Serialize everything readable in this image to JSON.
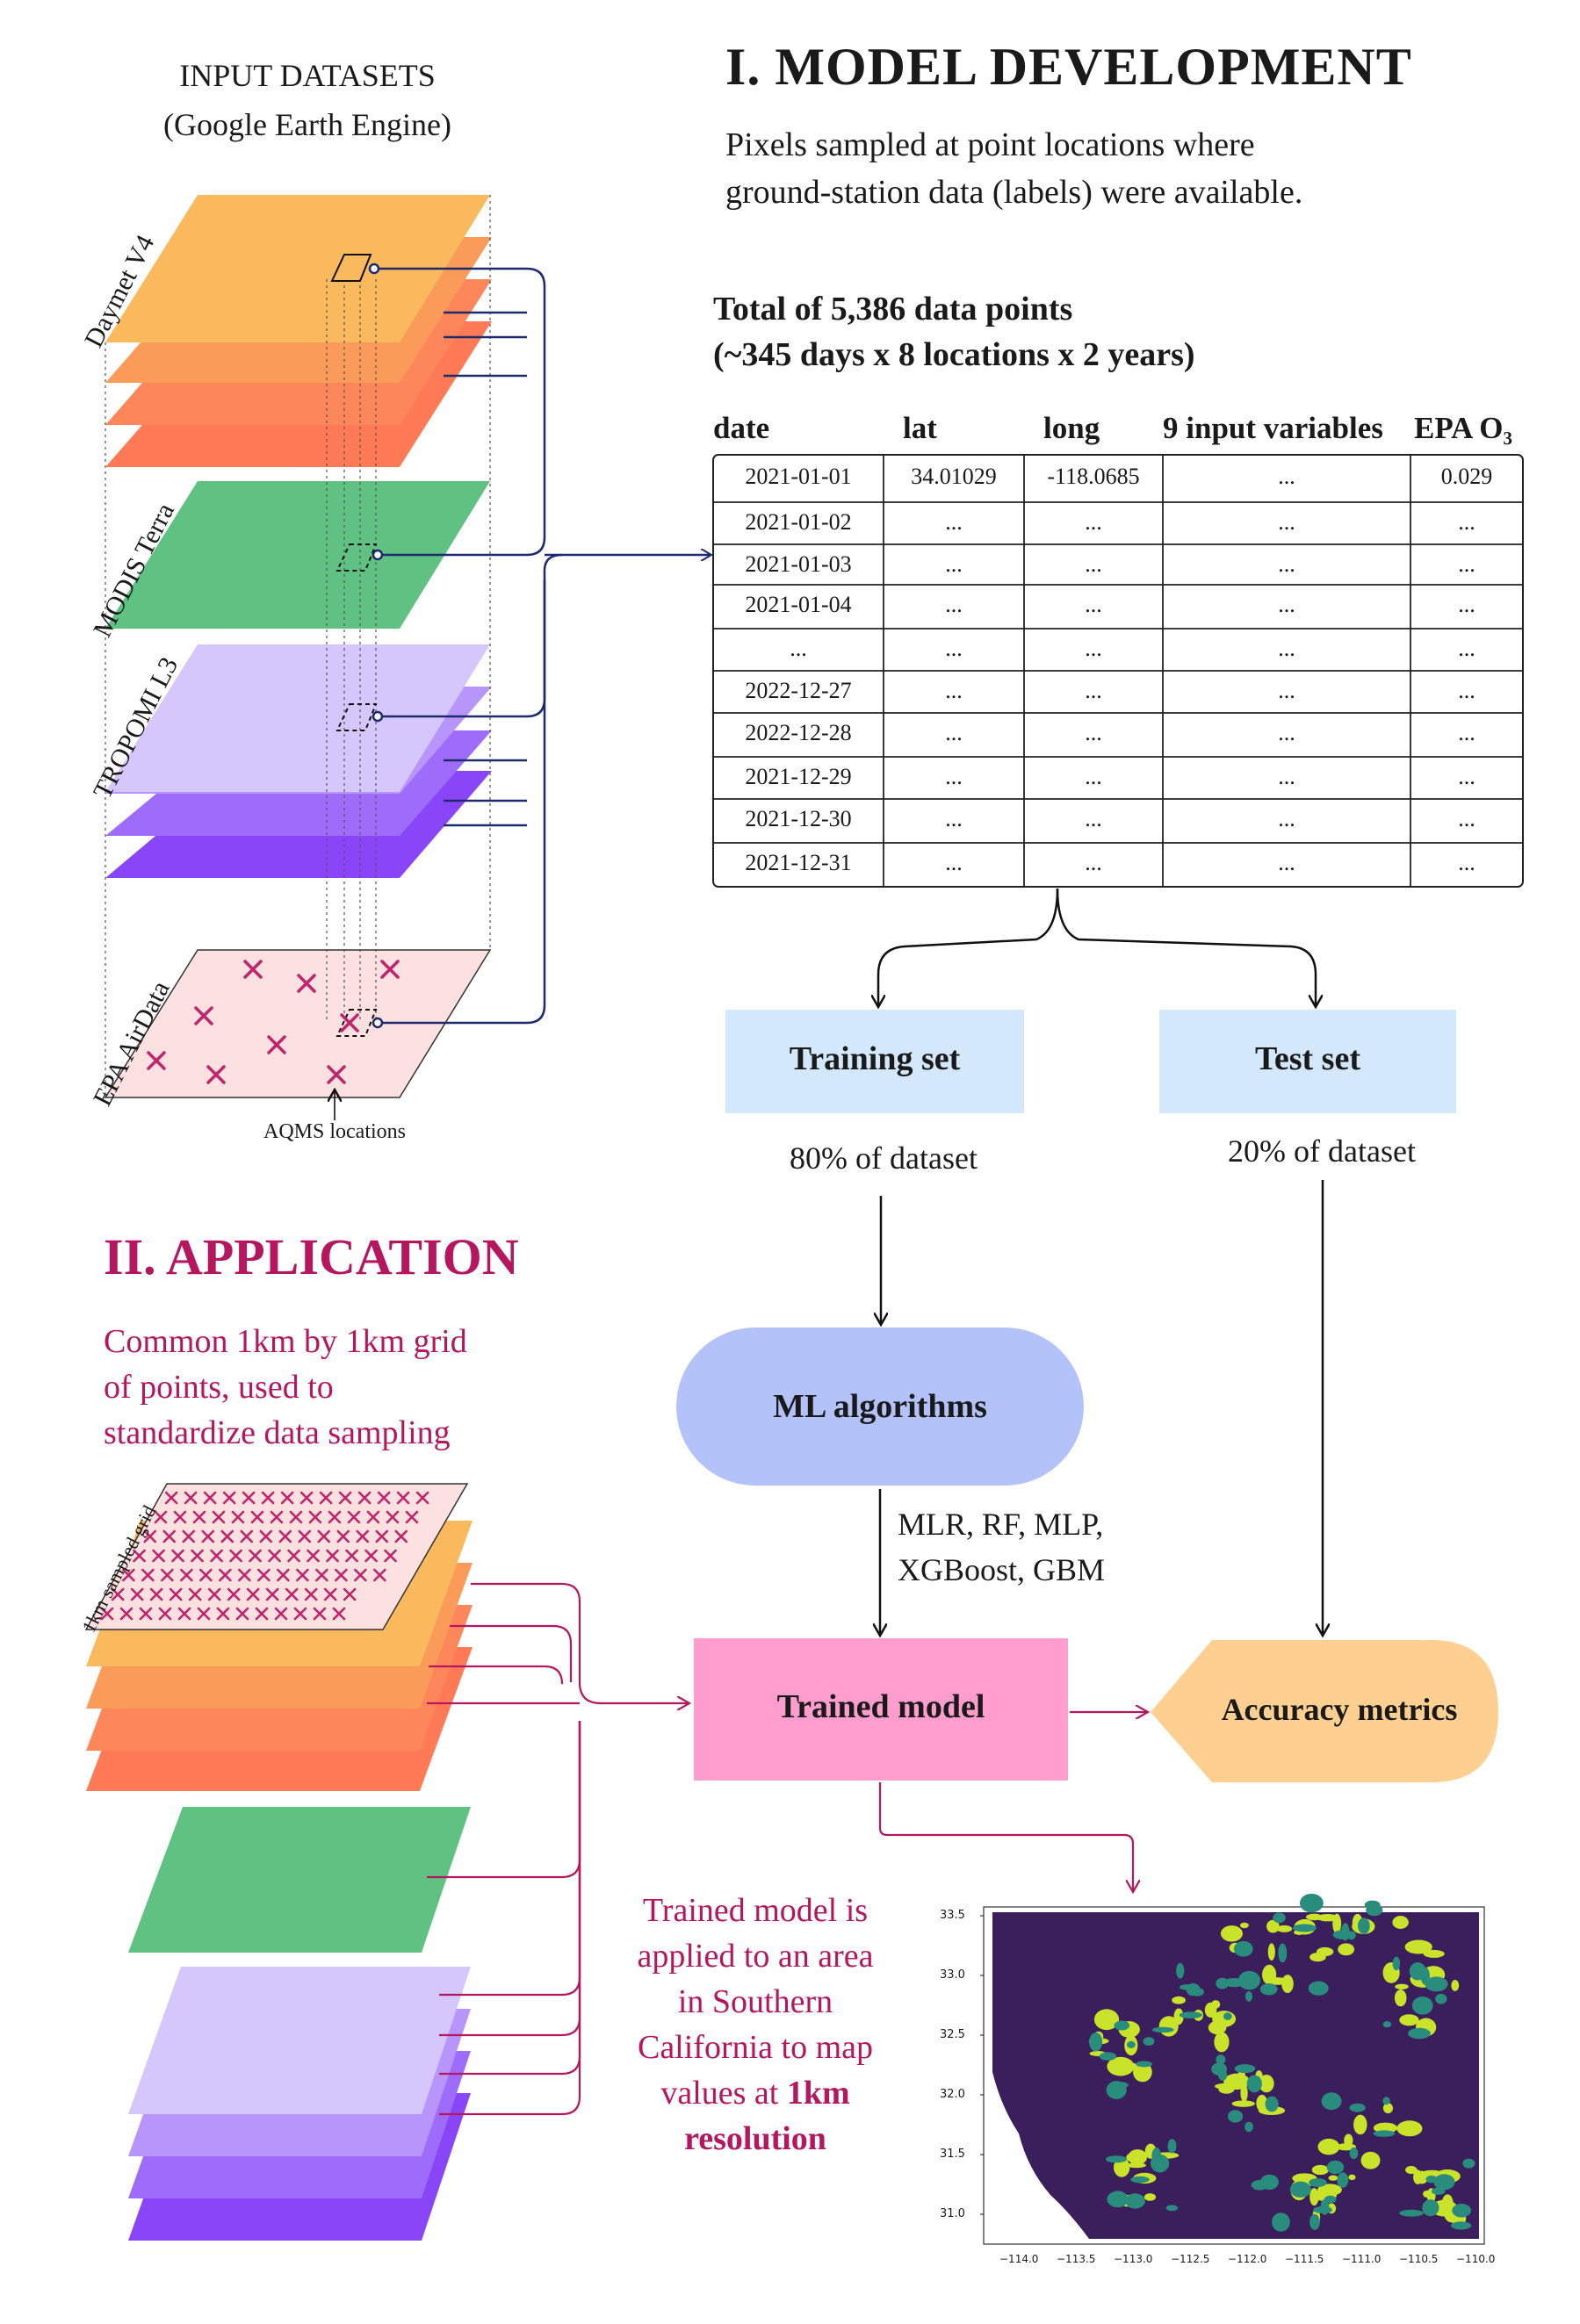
{
  "input": {
    "title_line1": "INPUT DATASETS",
    "title_line2": "(Google Earth Engine)",
    "layers": [
      "Daymet V4",
      "MODIS Terra",
      "TROPOMI L3",
      "EPA AirData"
    ],
    "aqms_label": "AQMS locations"
  },
  "dev": {
    "title": "I. MODEL DEVELOPMENT",
    "desc_line1": "Pixels sampled at point locations where",
    "desc_line2": "ground-station data (labels) were available.",
    "total_line1": "Total of 5,386 data points",
    "total_line2": "(~345 days x 8 locations x 2 years)"
  },
  "table": {
    "headers": [
      "date",
      "lat",
      "long",
      "9 input variables",
      "EPA O₃"
    ],
    "rows": [
      [
        "2021-01-01",
        "34.01029",
        "-118.0685",
        "...",
        "0.029"
      ],
      [
        "2021-01-02",
        "...",
        "...",
        "...",
        "..."
      ],
      [
        "2021-01-03",
        "...",
        "...",
        "...",
        "..."
      ],
      [
        "2021-01-04",
        "...",
        "...",
        "...",
        "..."
      ],
      [
        "...",
        "...",
        "...",
        "...",
        "..."
      ],
      [
        "2022-12-27",
        "...",
        "...",
        "...",
        "..."
      ],
      [
        "2022-12-28",
        "...",
        "...",
        "...",
        "..."
      ],
      [
        "2021-12-29",
        "...",
        "...",
        "...",
        "..."
      ],
      [
        "2021-12-30",
        "...",
        "...",
        "...",
        "..."
      ],
      [
        "2021-12-31",
        "...",
        "...",
        "...",
        "..."
      ]
    ]
  },
  "flow": {
    "training": "Training set",
    "test": "Test set",
    "training_pct": "80% of dataset",
    "test_pct": "20% of dataset",
    "ml": "ML algorithms",
    "algos_line1": "MLR, RF, MLP,",
    "algos_line2": "XGBoost, GBM",
    "trained": "Trained model",
    "accuracy": "Accuracy metrics"
  },
  "app": {
    "title": "II. APPLICATION",
    "desc_line1": "Common 1km by 1km grid",
    "desc_line2": "of points, used to",
    "desc_line3": "standardize data sampling",
    "grid_label": "1km sampled grid",
    "applied_line1": "Trained model is",
    "applied_line2": "applied to an area",
    "applied_line3": "in Southern",
    "applied_line4": "California to map",
    "applied_line5": "values at",
    "applied_bold1": "1km",
    "applied_bold2": "resolution"
  },
  "map": {
    "y_ticks": [
      "33.5",
      "33.0",
      "32.5",
      "32.0",
      "31.5",
      "31.0"
    ],
    "x_ticks": [
      "−114.0",
      "−113.5",
      "−113.0",
      "−112.5",
      "−112.0",
      "−111.5",
      "−111.0",
      "−110.5",
      "−110.0"
    ]
  },
  "colors": {
    "daymet": "#f9b95c",
    "orange2": "#fb9b5a",
    "orange3": "#fd875a",
    "orange4": "#ff7a55",
    "modis": "#5fc283",
    "tropomi": "#d5c6fb",
    "purple2": "#b895fb",
    "purple3": "#9d6cfa",
    "purple4": "#8846f8",
    "epa": "#fde0e0",
    "magenta": "#b5175f",
    "navy": "#1e2a6e",
    "box_blue": "#d4e8fb",
    "ml_blue": "#b3c3f9",
    "trained_pink": "#ff9ece",
    "accuracy_orange": "#fdd092"
  }
}
